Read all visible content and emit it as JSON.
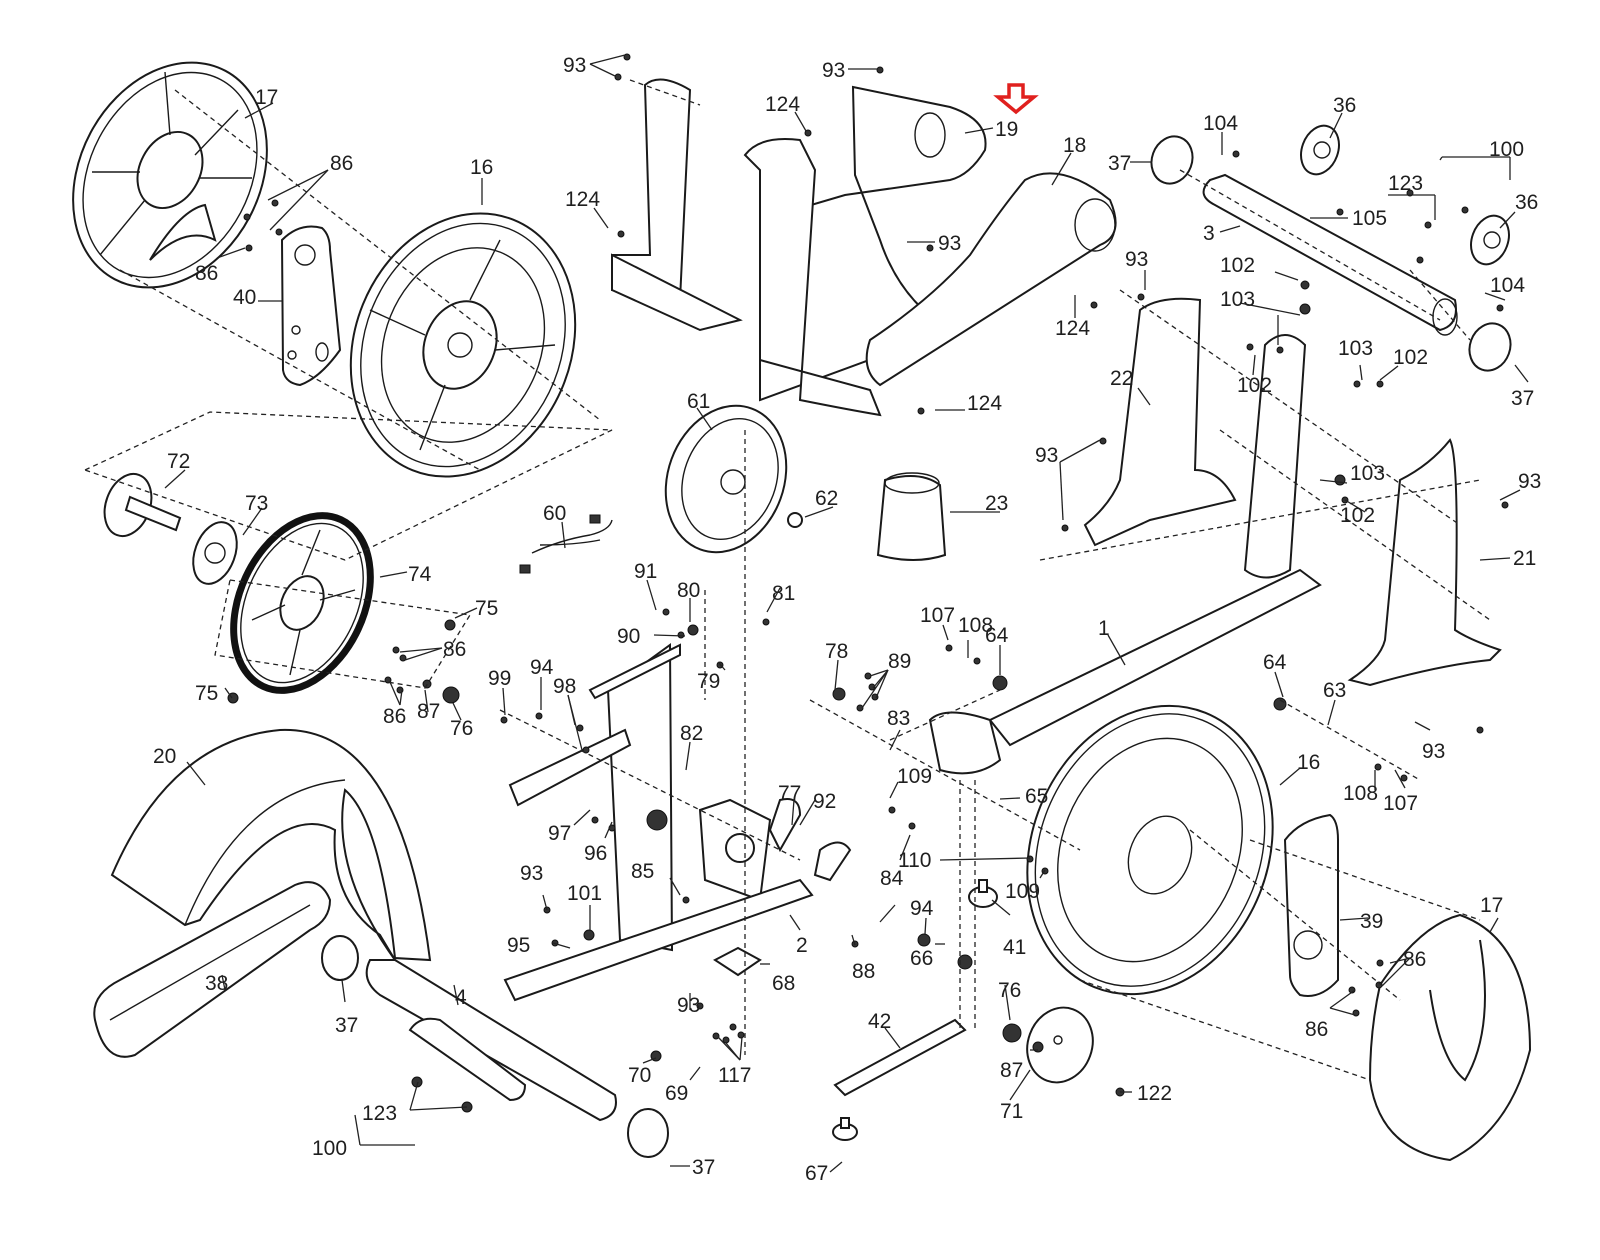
{
  "diagram": {
    "title": "Exploded parts diagram — exercise bike frame and drive assembly",
    "highlighted_part": "19",
    "highlight_color": "#e0201e",
    "callouts": [
      {
        "id": "c-93a",
        "text": "93"
      },
      {
        "id": "c-93b",
        "text": "93"
      },
      {
        "id": "c-17a",
        "text": "17"
      },
      {
        "id": "c-124a",
        "text": "124"
      },
      {
        "id": "c-19",
        "text": "19"
      },
      {
        "id": "c-18",
        "text": "18"
      },
      {
        "id": "c-104a",
        "text": "104"
      },
      {
        "id": "c-36a",
        "text": "36"
      },
      {
        "id": "c-100a",
        "text": "100"
      },
      {
        "id": "c-37a",
        "text": "37"
      },
      {
        "id": "c-86a",
        "text": "86"
      },
      {
        "id": "c-16a",
        "text": "16"
      },
      {
        "id": "c-123a",
        "text": "123"
      },
      {
        "id": "c-36b",
        "text": "36"
      },
      {
        "id": "c-105",
        "text": "105"
      },
      {
        "id": "c-3",
        "text": "3"
      },
      {
        "id": "c-124b",
        "text": "124"
      },
      {
        "id": "c-93c",
        "text": "93"
      },
      {
        "id": "c-86b",
        "text": "86"
      },
      {
        "id": "c-102a",
        "text": "102"
      },
      {
        "id": "c-93d",
        "text": "93"
      },
      {
        "id": "c-104b",
        "text": "104"
      },
      {
        "id": "c-40",
        "text": "40"
      },
      {
        "id": "c-103a",
        "text": "103"
      },
      {
        "id": "c-124c",
        "text": "124"
      },
      {
        "id": "c-102b",
        "text": "102"
      },
      {
        "id": "c-103b",
        "text": "103"
      },
      {
        "id": "c-102c",
        "text": "102"
      },
      {
        "id": "c-37b",
        "text": "37"
      },
      {
        "id": "c-22",
        "text": "22"
      },
      {
        "id": "c-124d",
        "text": "124"
      },
      {
        "id": "c-61",
        "text": "61"
      },
      {
        "id": "c-93e",
        "text": "93"
      },
      {
        "id": "c-103c",
        "text": "103"
      },
      {
        "id": "c-72",
        "text": "72"
      },
      {
        "id": "c-93f",
        "text": "93"
      },
      {
        "id": "c-62",
        "text": "62"
      },
      {
        "id": "c-73",
        "text": "73"
      },
      {
        "id": "c-23",
        "text": "23"
      },
      {
        "id": "c-102d",
        "text": "102"
      },
      {
        "id": "c-60",
        "text": "60"
      },
      {
        "id": "c-21",
        "text": "21"
      },
      {
        "id": "c-74",
        "text": "74"
      },
      {
        "id": "c-91",
        "text": "91"
      },
      {
        "id": "c-80",
        "text": "80"
      },
      {
        "id": "c-81",
        "text": "81"
      },
      {
        "id": "c-75a",
        "text": "75"
      },
      {
        "id": "c-107a",
        "text": "107"
      },
      {
        "id": "c-108a",
        "text": "108"
      },
      {
        "id": "c-64a",
        "text": "64"
      },
      {
        "id": "c-90",
        "text": "90"
      },
      {
        "id": "c-86c",
        "text": "86"
      },
      {
        "id": "c-1",
        "text": "1"
      },
      {
        "id": "c-89",
        "text": "89"
      },
      {
        "id": "c-78",
        "text": "78"
      },
      {
        "id": "c-64b",
        "text": "64"
      },
      {
        "id": "c-63",
        "text": "63"
      },
      {
        "id": "c-99",
        "text": "99"
      },
      {
        "id": "c-94a",
        "text": "94"
      },
      {
        "id": "c-98",
        "text": "98"
      },
      {
        "id": "c-79",
        "text": "79"
      },
      {
        "id": "c-75b",
        "text": "75"
      },
      {
        "id": "c-86d",
        "text": "86"
      },
      {
        "id": "c-87a",
        "text": "87"
      },
      {
        "id": "c-76a",
        "text": "76"
      },
      {
        "id": "c-83",
        "text": "83"
      },
      {
        "id": "c-93g",
        "text": "93"
      },
      {
        "id": "c-20",
        "text": "20"
      },
      {
        "id": "c-82",
        "text": "82"
      },
      {
        "id": "c-16b",
        "text": "16"
      },
      {
        "id": "c-109a",
        "text": "109"
      },
      {
        "id": "c-108b",
        "text": "108"
      },
      {
        "id": "c-107b",
        "text": "107"
      },
      {
        "id": "c-77",
        "text": "77"
      },
      {
        "id": "c-92",
        "text": "92"
      },
      {
        "id": "c-65",
        "text": "65"
      },
      {
        "id": "c-97",
        "text": "97"
      },
      {
        "id": "c-96",
        "text": "96"
      },
      {
        "id": "c-110",
        "text": "110"
      },
      {
        "id": "c-109b",
        "text": "109"
      },
      {
        "id": "c-93h",
        "text": "93"
      },
      {
        "id": "c-101",
        "text": "101"
      },
      {
        "id": "c-85",
        "text": "85"
      },
      {
        "id": "c-84",
        "text": "84"
      },
      {
        "id": "c-39",
        "text": "39"
      },
      {
        "id": "c-17b",
        "text": "17"
      },
      {
        "id": "c-95",
        "text": "95"
      },
      {
        "id": "c-94b",
        "text": "94"
      },
      {
        "id": "c-2",
        "text": "2"
      },
      {
        "id": "c-41",
        "text": "41"
      },
      {
        "id": "c-86e",
        "text": "86"
      },
      {
        "id": "c-38",
        "text": "38"
      },
      {
        "id": "c-66",
        "text": "66"
      },
      {
        "id": "c-68",
        "text": "68"
      },
      {
        "id": "c-88",
        "text": "88"
      },
      {
        "id": "c-76b",
        "text": "76"
      },
      {
        "id": "c-4",
        "text": "4"
      },
      {
        "id": "c-37c",
        "text": "37"
      },
      {
        "id": "c-93i",
        "text": "93"
      },
      {
        "id": "c-86f",
        "text": "86"
      },
      {
        "id": "c-42",
        "text": "42"
      },
      {
        "id": "c-117",
        "text": "117"
      },
      {
        "id": "c-70",
        "text": "70"
      },
      {
        "id": "c-87b",
        "text": "87"
      },
      {
        "id": "c-122",
        "text": "122"
      },
      {
        "id": "c-123b",
        "text": "123"
      },
      {
        "id": "c-69",
        "text": "69"
      },
      {
        "id": "c-71",
        "text": "71"
      },
      {
        "id": "c-100b",
        "text": "100"
      },
      {
        "id": "c-37d",
        "text": "37"
      },
      {
        "id": "c-67",
        "text": "67"
      }
    ]
  }
}
